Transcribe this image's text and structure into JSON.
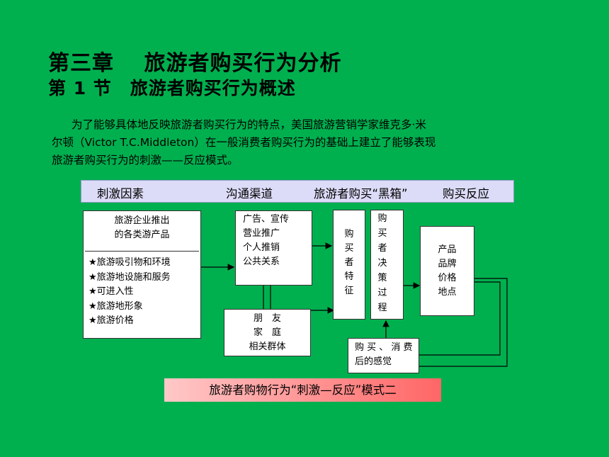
{
  "title": {
    "chapter": "第三章　 旅游者购买行为分析",
    "section": "第 1 节　旅游者购买行为概述"
  },
  "paragraph": {
    "line1": "为了能够具体地反映旅游者购买行为的特点，美国旅游营销学家维克多·米",
    "line2": "尔顿（Victor T.C.Middleton）在一般消费者购买行为的基础上建立了能够表现",
    "line3": "旅游者购买行为的刺激——反应模式。"
  },
  "header_bar": {
    "col1": "刺激因素",
    "col2": "沟通渠道",
    "col3": "旅游者购买“黑箱”",
    "col4": "购买反应"
  },
  "stimulus_box": {
    "top_line1": "旅游企业推出",
    "top_line2": "的各类游产品",
    "items": [
      "★旅游吸引物和环境",
      "★旅游地设施和服务",
      "★可进入性",
      "★旅游地形象",
      "★旅游价格"
    ]
  },
  "channel_box": {
    "lines": [
      "广告、宣传",
      "营业推广",
      "个人推销",
      "公共关系"
    ]
  },
  "social_box": {
    "line1": "朋　友",
    "line2": "家　庭",
    "line3": "相关群体"
  },
  "buyer_traits": {
    "chars": [
      "购",
      "买",
      "者",
      "特",
      "征"
    ]
  },
  "decision_process": {
    "chars": [
      "购",
      "买",
      "者",
      "决",
      "策",
      "过",
      "程"
    ]
  },
  "response_box": {
    "lines": [
      "产品",
      "品牌",
      "价格",
      "地点"
    ]
  },
  "feeling_box": {
    "line1": "购 买 、 消 费",
    "line2": "后的感觉"
  },
  "caption": "旅游者购物行为“刺激—反应”模式二"
}
